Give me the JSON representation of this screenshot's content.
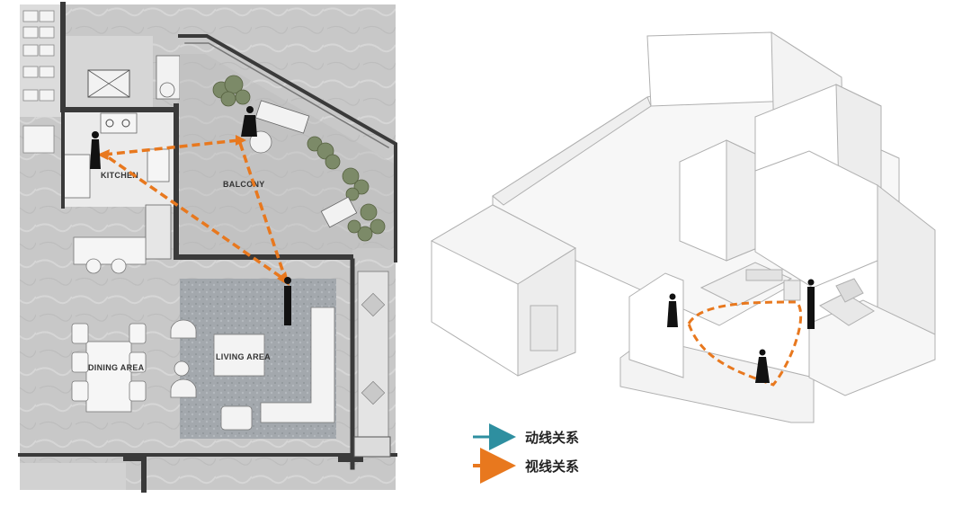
{
  "floor_plan": {
    "room_labels": {
      "kitchen": "KITCHEN",
      "balcony": "BALCONY",
      "dining": "DINING AREA",
      "living": "LIVING AREA"
    }
  },
  "legend": {
    "items": [
      {
        "label": "动线关系",
        "color": "#2e8fa0",
        "line_style": "solid-arrow"
      },
      {
        "label": "视线关系",
        "color": "#e8781e",
        "line_style": "dashed-arrow"
      }
    ]
  },
  "colors": {
    "sightline": "#e8781e",
    "circulation": "#2e8fa0",
    "wall": "#3a3a3a",
    "floor": "#c9c9c9",
    "rug": "#9da3a8"
  }
}
